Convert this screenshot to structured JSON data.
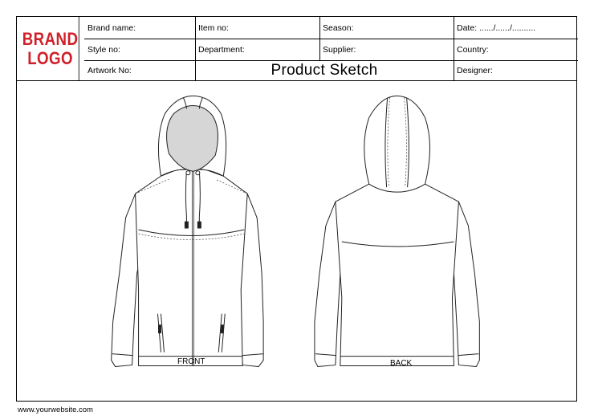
{
  "logo": {
    "line1": "BRAND",
    "line2": "LOGO",
    "color": "#d0202a"
  },
  "fields": {
    "brand_name": "Brand name:",
    "item_no": "Item no:",
    "season": "Season:",
    "date": "Date: ....../....../..........",
    "style_no": "Style no:",
    "department": "Department:",
    "supplier": "Supplier:",
    "country": "Country:",
    "artwork_no": "Artwork No:",
    "designer": "Designer:"
  },
  "title": "Product Sketch",
  "views": {
    "front": "FRONT",
    "back": "BACK"
  },
  "footer": "www.yourwebsite.com"
}
